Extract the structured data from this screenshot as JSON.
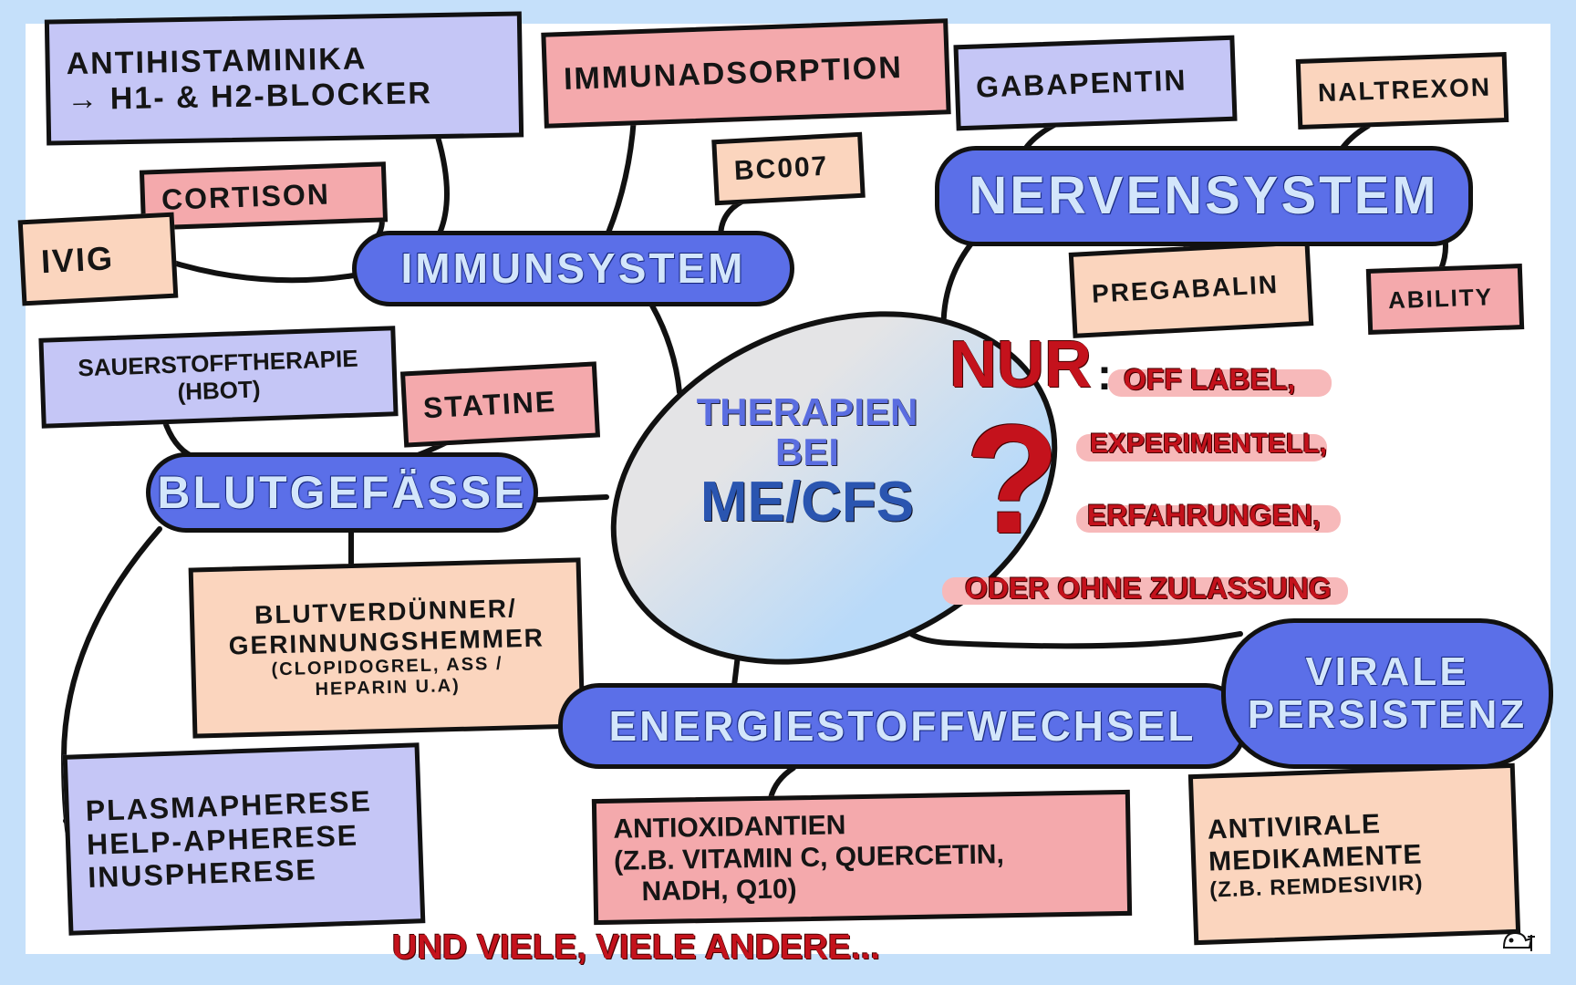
{
  "title": {
    "line1": "Therapien",
    "line2": "bei",
    "line3": "ME/CFS"
  },
  "categories": {
    "immunsystem": "Immunsystem",
    "nervensystem": "Nervensystem",
    "blutgefaesse": "Blutgefäße",
    "energiestoffwechsel": "Energiestoffwechsel",
    "virale_persistenz": {
      "line1": "Virale",
      "line2": "Persistenz"
    }
  },
  "therapies": {
    "antihistaminika": {
      "line1": "Antihistaminika",
      "line2": "→ H1- & H2-Blocker"
    },
    "immunadsorption": "Immunadsorption",
    "bc007": "BC007",
    "cortison": "Cortison",
    "ivig": "IVIG",
    "gabapentin": "Gabapentin",
    "naltrexon": "Naltrexon",
    "pregabalin": "Pregabalin",
    "ability": "Ability",
    "sauerstoff": {
      "line1": "Sauerstofftherapie",
      "line2": "(HBOT)"
    },
    "statine": "Statine",
    "blutverduenner": {
      "line1": "Blutverdünner/",
      "line2": "Gerinnungshemmer",
      "line3": "(Clopidogrel, ASS /",
      "line4": "Heparin u.a)"
    },
    "apherese": {
      "line1": "Plasmapherese",
      "line2": "Help-Apherese",
      "line3": "Inuspherese"
    },
    "antioxidantien": {
      "line1": "Antioxidantien",
      "line2": "(z.B. Vitamin C, Quercetin,",
      "line3": "NADH, Q10)"
    },
    "antivirale": {
      "line1": "Antivirale",
      "line2": "Medikamente",
      "line3": "(z.B. Remdesivir)"
    }
  },
  "note": {
    "nur": "NUR",
    "colon": ":",
    "question": "?",
    "items": [
      "Off Label,",
      "Experimentell,",
      "Erfahrungen,",
      "oder ohne Zulassung"
    ]
  },
  "footer": "Und viele, viele andere...",
  "colors": {
    "pill": "#5b6fe8",
    "lavender": "#c5c6f6",
    "pink": "#f4a9ac",
    "peach": "#fbd5be",
    "red": "#c4121c",
    "frame": "#c5e0fa"
  }
}
